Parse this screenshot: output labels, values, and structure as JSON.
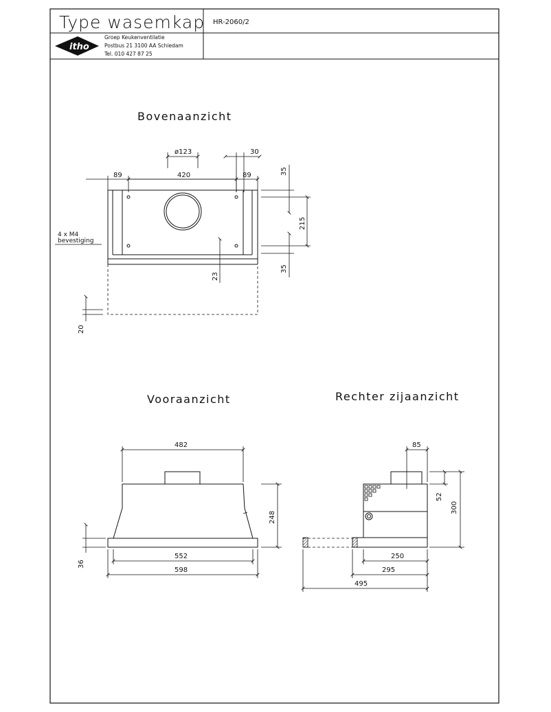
{
  "title_block": {
    "title": "Type wasemkap",
    "model": "HR-2060/2",
    "logo_text": "itho",
    "company": "Groep Keukenventilatie",
    "address": "Postbus 21   3100 AA Schiedam",
    "phone": "Tel. 010 427 87 25"
  },
  "views": {
    "top": {
      "title": "Bovenaanzicht",
      "note_line1": "4 x M4",
      "note_line2": "bevestiging",
      "dims": {
        "duct_diameter": "ø123",
        "offset_right": "30",
        "left_margin": "89",
        "middle_width": "420",
        "right_margin": "89",
        "top_edge": "35",
        "depth": "215",
        "bottom_edge": "35",
        "front_lip": "23",
        "extension": "20"
      }
    },
    "front": {
      "title": "Vooraanzicht",
      "dims": {
        "top_width": "482",
        "height": "248",
        "inner_width": "552",
        "total_width": "598",
        "plate_height": "36"
      }
    },
    "side": {
      "title": "Rechter zijaanzicht",
      "dims": {
        "duct_offset": "85",
        "duct_height": "52",
        "total_height": "300",
        "depth_250": "250",
        "depth_295": "295",
        "depth_495": "495"
      }
    }
  }
}
